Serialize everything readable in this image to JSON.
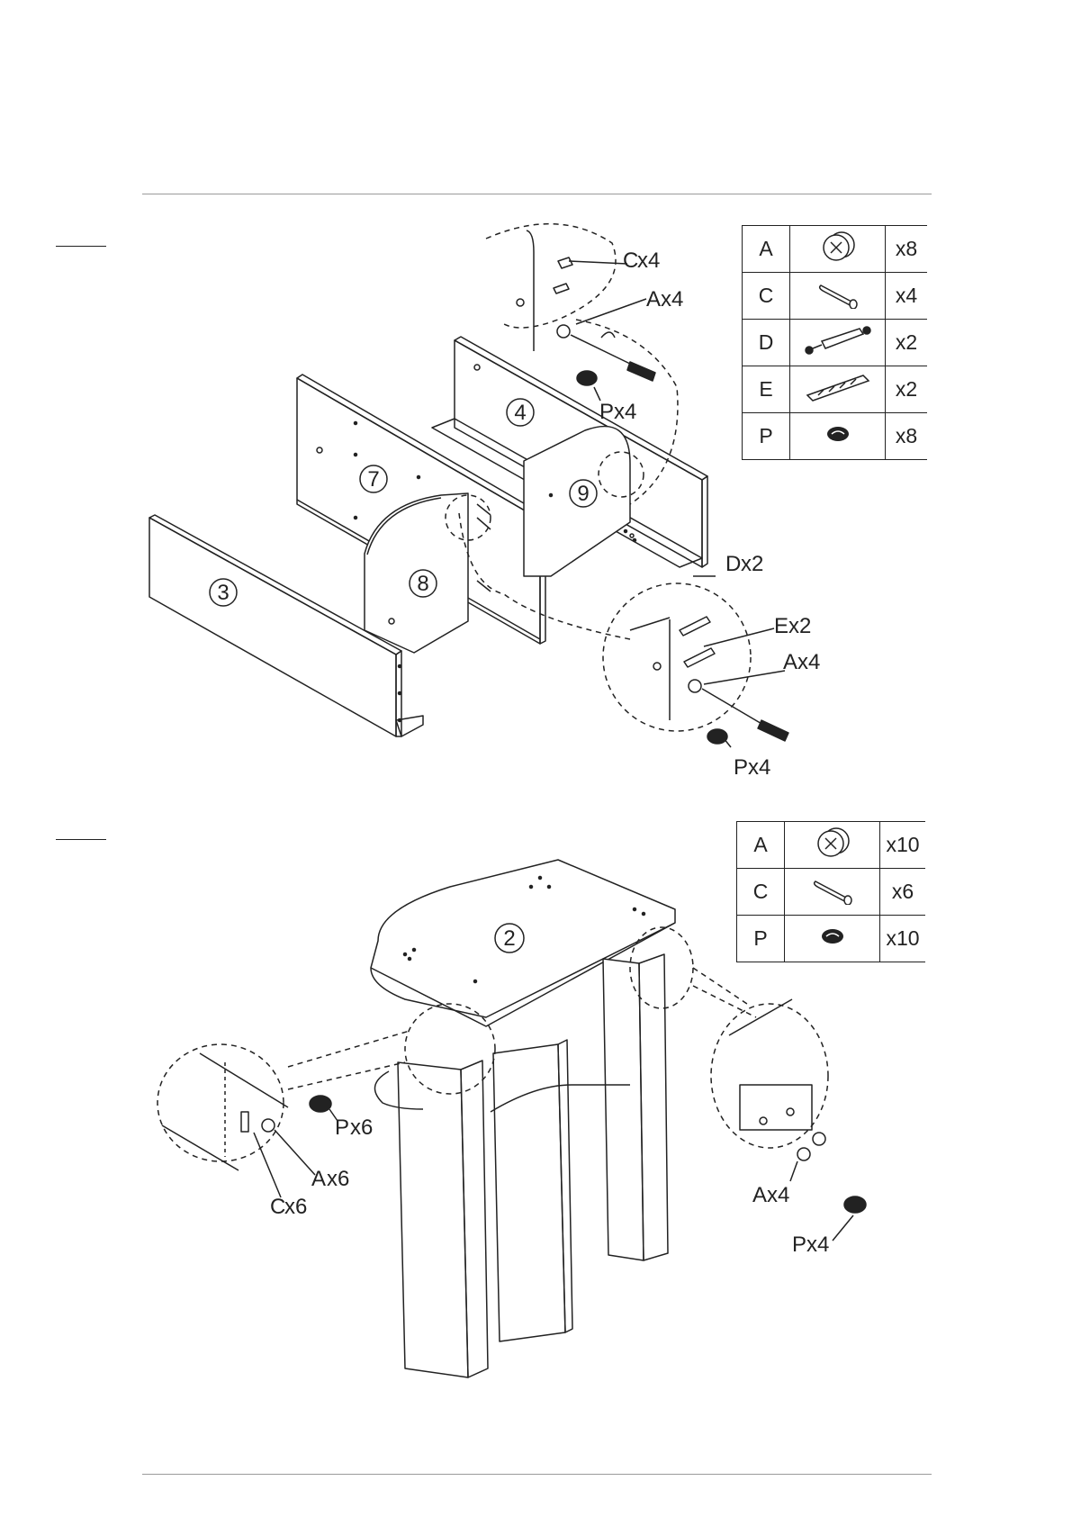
{
  "step1": {
    "panels": [
      "3",
      "4",
      "7",
      "8",
      "9"
    ],
    "callouts": [
      {
        "letter": "C",
        "count": "x4"
      },
      {
        "letter": "A",
        "count": "x4"
      },
      {
        "letter": "P",
        "count": "x4"
      },
      {
        "letter": "D",
        "count": "x2"
      },
      {
        "letter": "E",
        "count": "x2"
      },
      {
        "letter": "A",
        "count": "x4"
      },
      {
        "letter": "P",
        "count": "x4"
      }
    ],
    "parts": [
      {
        "letter": "A",
        "icon": "cam-lock-icon",
        "qty": "x8"
      },
      {
        "letter": "C",
        "icon": "wood-dowel-icon",
        "qty": "x4"
      },
      {
        "letter": "D",
        "icon": "connecting-bolt-icon",
        "qty": "x2"
      },
      {
        "letter": "E",
        "icon": "fluted-dowel-icon",
        "qty": "x2"
      },
      {
        "letter": "P",
        "icon": "cover-cap-icon",
        "qty": "x8"
      }
    ]
  },
  "step2": {
    "panels": [
      "2"
    ],
    "callouts": [
      {
        "letter": "P",
        "count": "x6"
      },
      {
        "letter": "A",
        "count": "x6"
      },
      {
        "letter": "C",
        "count": "x6"
      },
      {
        "letter": "A",
        "count": "x4"
      },
      {
        "letter": "P",
        "count": "x4"
      }
    ],
    "parts": [
      {
        "letter": "A",
        "icon": "cam-lock-icon",
        "qty": "x10"
      },
      {
        "letter": "C",
        "icon": "wood-dowel-icon",
        "qty": "x6"
      },
      {
        "letter": "P",
        "icon": "cover-cap-icon",
        "qty": "x10"
      }
    ]
  }
}
